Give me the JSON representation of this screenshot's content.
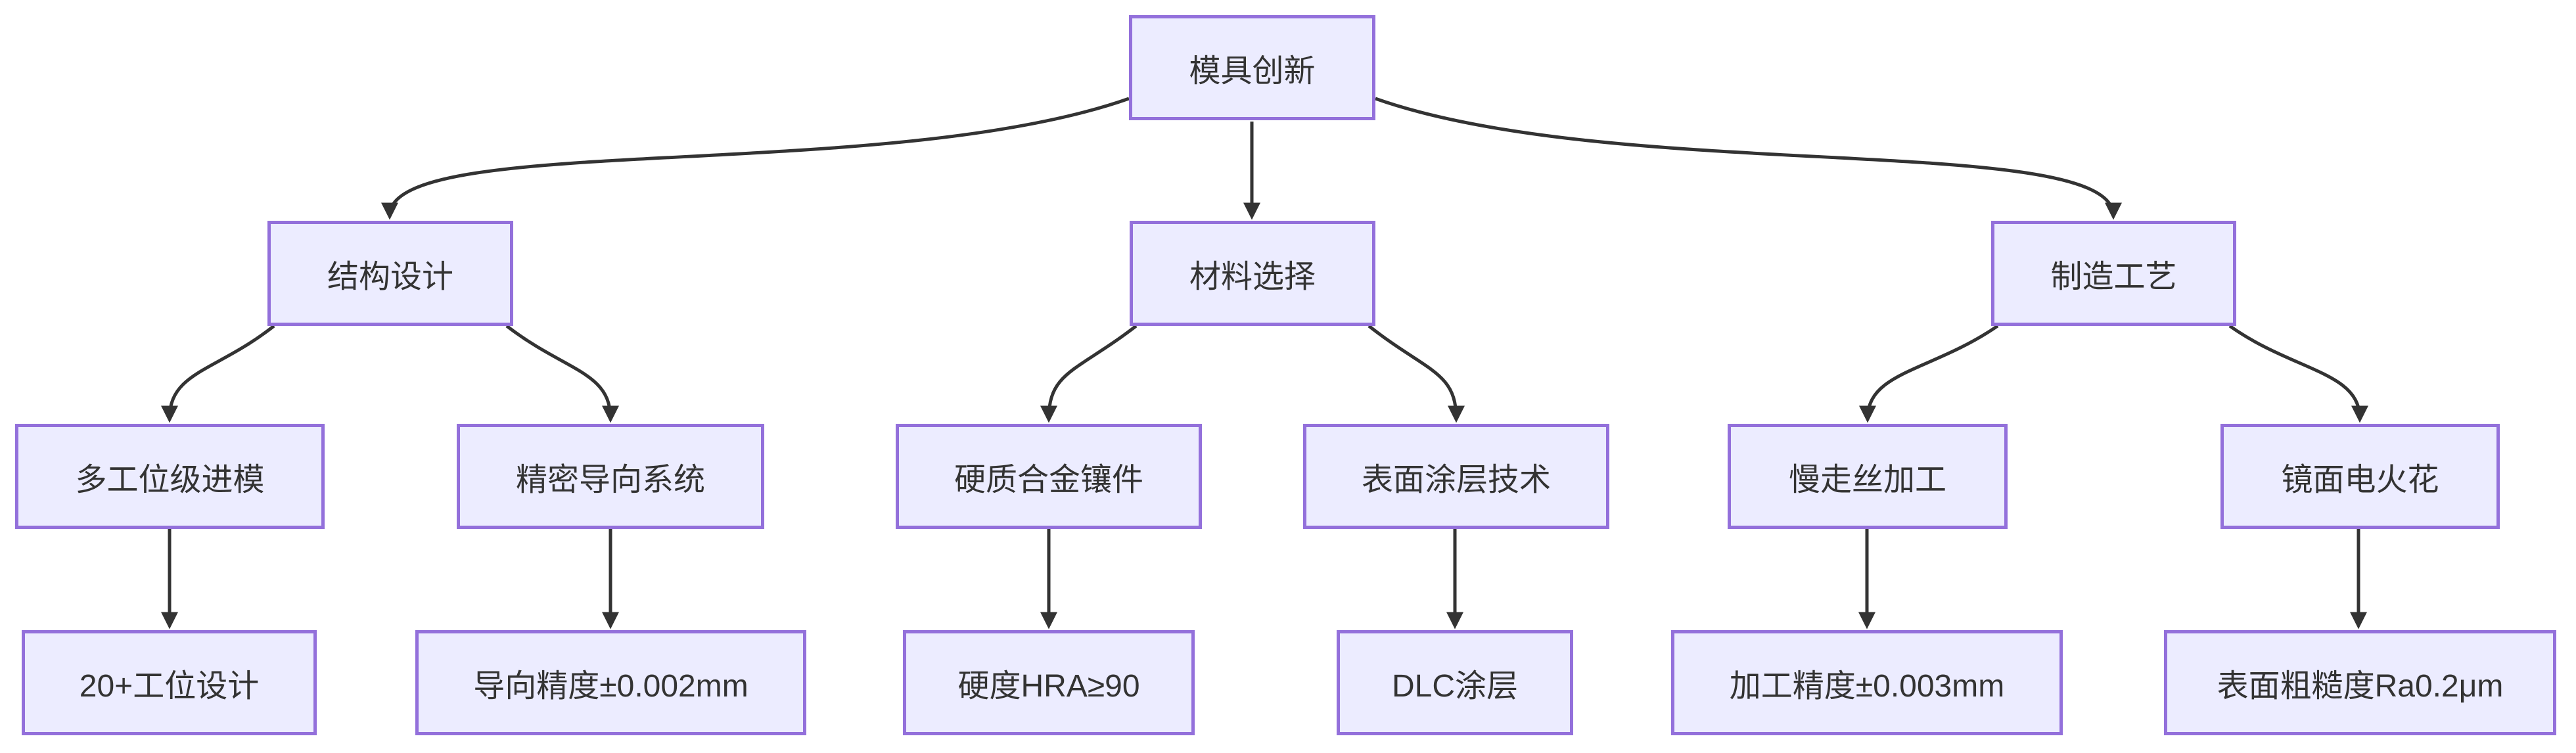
{
  "diagram": {
    "type": "flowchart-top-down",
    "colors": {
      "node_fill": "#ECECFF",
      "node_border": "#9370DB",
      "edge": "#333333",
      "text": "#333333",
      "background": "#ffffff"
    },
    "root": {
      "label": "模具创新"
    },
    "branches": [
      {
        "label": "结构设计",
        "children": [
          {
            "label": "多工位级进模",
            "detail": "20+工位设计"
          },
          {
            "label": "精密导向系统",
            "detail": "导向精度±0.002mm"
          }
        ]
      },
      {
        "label": "材料选择",
        "children": [
          {
            "label": "硬质合金镶件",
            "detail": "硬度HRA≥90"
          },
          {
            "label": "表面涂层技术",
            "detail": "DLC涂层"
          }
        ]
      },
      {
        "label": "制造工艺",
        "children": [
          {
            "label": "慢走丝加工",
            "detail": "加工精度±0.003mm"
          },
          {
            "label": "镜面电火花",
            "detail": "表面粗糙度Ra0.2μm"
          }
        ]
      }
    ]
  }
}
